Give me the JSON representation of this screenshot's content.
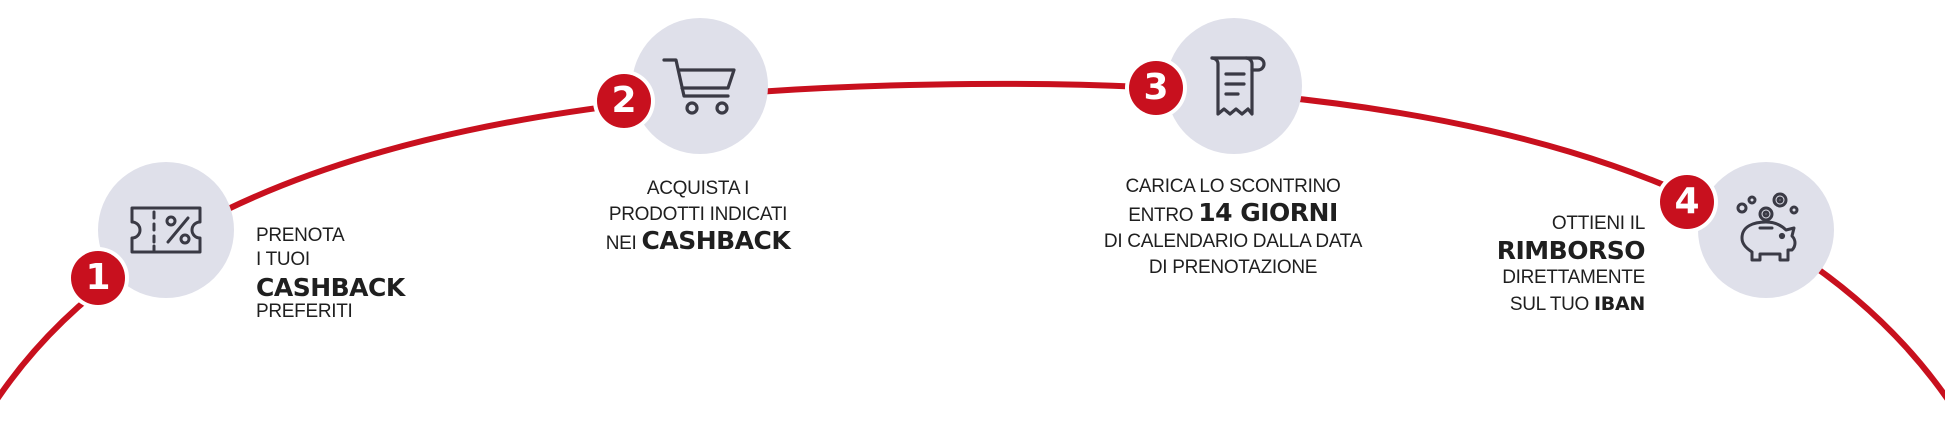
{
  "colors": {
    "accent": "#c8101e",
    "circle": "#dfe0ea",
    "icon": "#3a3a45",
    "text": "#1f1f1f"
  },
  "steps": [
    {
      "number": "1",
      "icon": "coupon-percent-icon",
      "lines": [
        "PRENOTA",
        "I TUOI",
        "CASHBACK",
        "PREFERITI"
      ]
    },
    {
      "number": "2",
      "icon": "shopping-cart-icon",
      "lines": [
        "ACQUISTA I",
        "PRODOTTI INDICATI",
        "NEI",
        "CASHBACK"
      ]
    },
    {
      "number": "3",
      "icon": "receipt-icon",
      "lines": [
        "CARICA LO SCONTRINO",
        "ENTRO",
        "14 GIORNI",
        "DI CALENDARIO DALLA DATA",
        "DI PRENOTAZIONE"
      ]
    },
    {
      "number": "4",
      "icon": "piggy-bank-coins-icon",
      "lines": [
        "OTTIENI IL",
        "RIMBORSO",
        "DIRETTAMENTE",
        "SUL TUO",
        "IBAN"
      ]
    }
  ]
}
